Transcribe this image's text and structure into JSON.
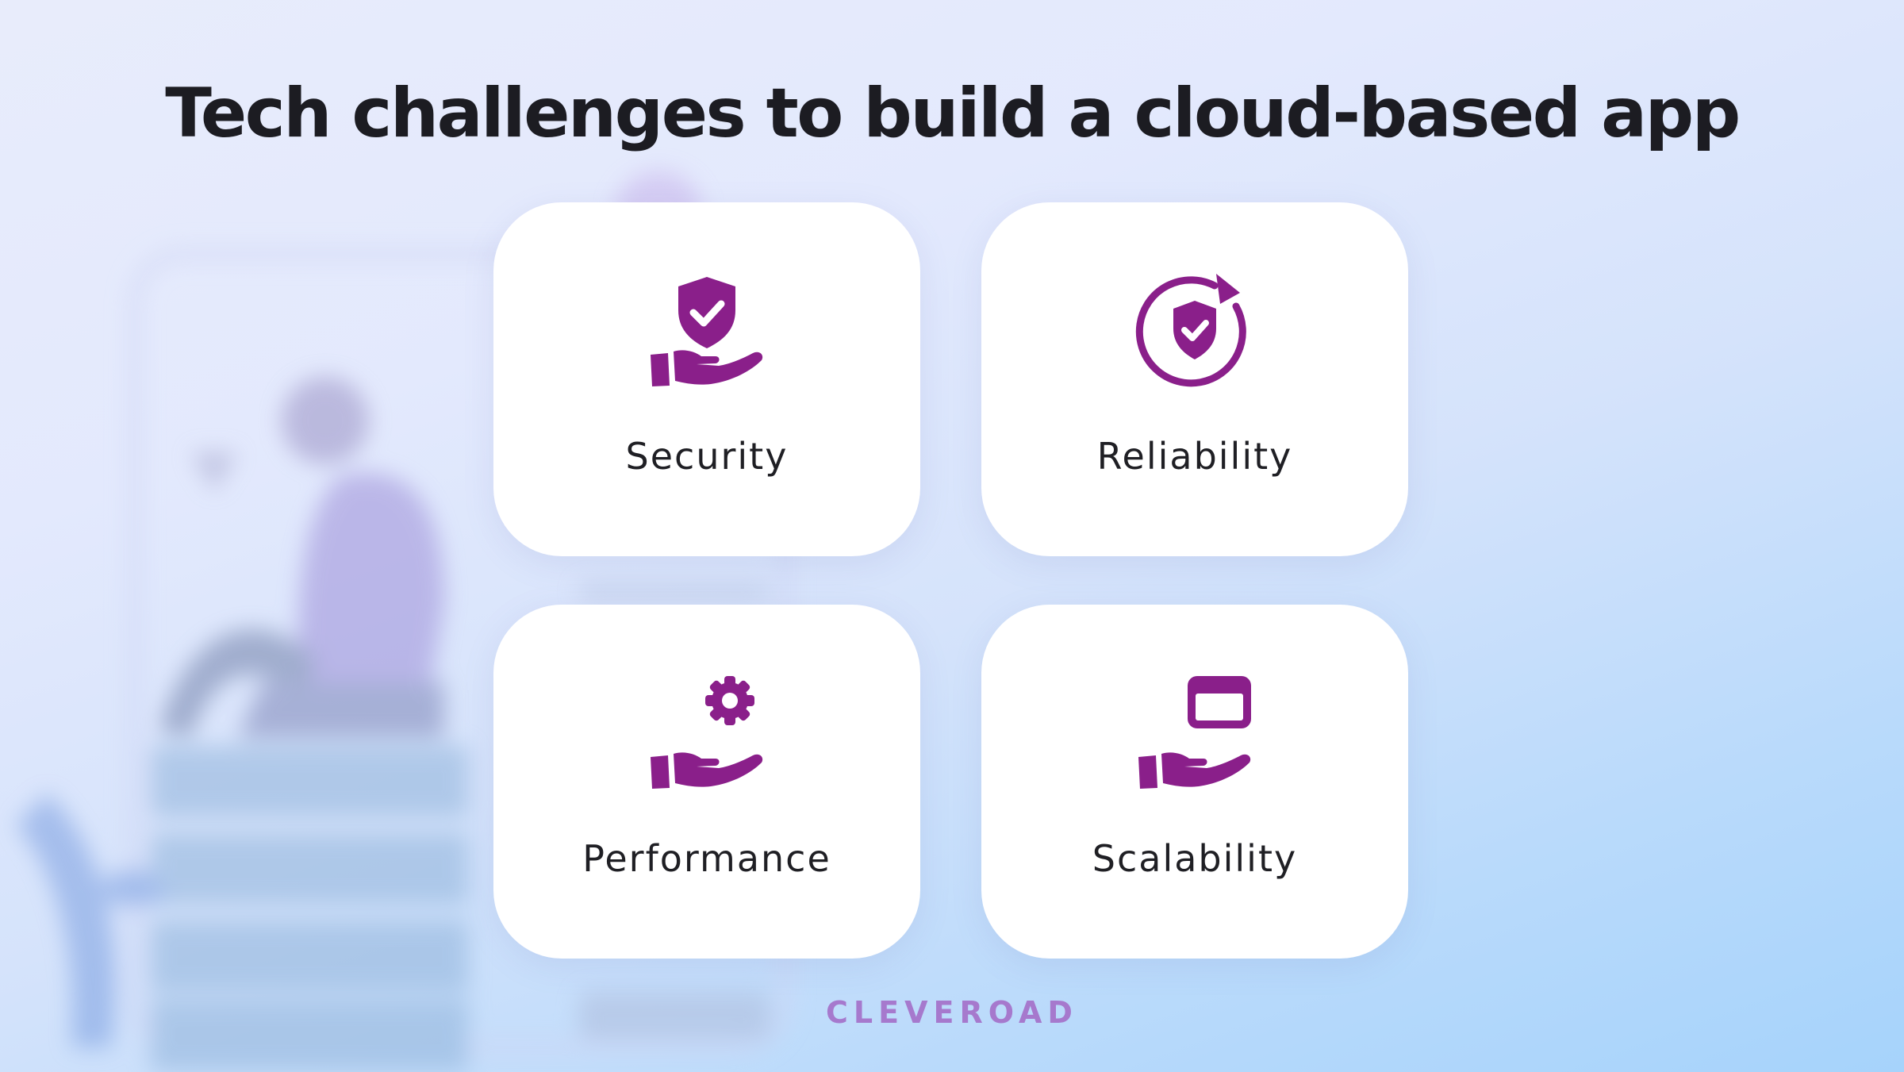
{
  "title": "Tech challenges to build a cloud-based app",
  "cards": [
    {
      "label": "Security",
      "icon": "hand-shield-check-icon"
    },
    {
      "label": "Reliability",
      "icon": "shield-refresh-icon"
    },
    {
      "label": "Performance",
      "icon": "hand-gear-icon"
    },
    {
      "label": "Scalability",
      "icon": "hand-window-icon"
    }
  ],
  "brand": "CLEVEROAD",
  "colors": {
    "accent": "#8a1f8a",
    "brand": "#a679cd",
    "title": "#1c1c22",
    "card_bg": "#ffffff"
  }
}
